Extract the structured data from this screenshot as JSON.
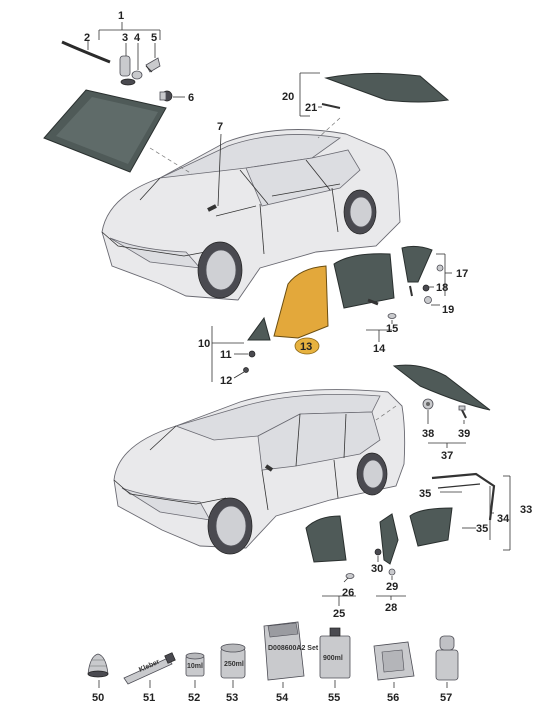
{
  "callouts": {
    "c1": "1",
    "c2": "2",
    "c3": "3",
    "c4": "4",
    "c5": "5",
    "c6": "6",
    "c7": "7",
    "c10": "10",
    "c11": "11",
    "c12": "12",
    "c13": "13",
    "c14": "14",
    "c15": "15",
    "c17": "17",
    "c18": "18",
    "c19": "19",
    "c20": "20",
    "c21": "21",
    "c25": "25",
    "c26": "26",
    "c28": "28",
    "c29": "29",
    "c30": "30",
    "c33": "33",
    "c34": "34",
    "c35a": "35",
    "c35b": "35",
    "c37": "37",
    "c38": "38",
    "c39": "39",
    "c50": "50",
    "c51": "51",
    "c52": "52",
    "c53": "53",
    "c54": "54",
    "c55": "55",
    "c56": "56",
    "c57": "57"
  },
  "product_labels": {
    "tube": "Kleber",
    "tin_small": "10ml",
    "tin_medium": "250ml",
    "bag": "D008600A2 Set",
    "box": "900ml"
  },
  "colors": {
    "highlight": "#e3a83b",
    "highlight_badge": "#e7b23f",
    "glass": "#4f5a58"
  }
}
